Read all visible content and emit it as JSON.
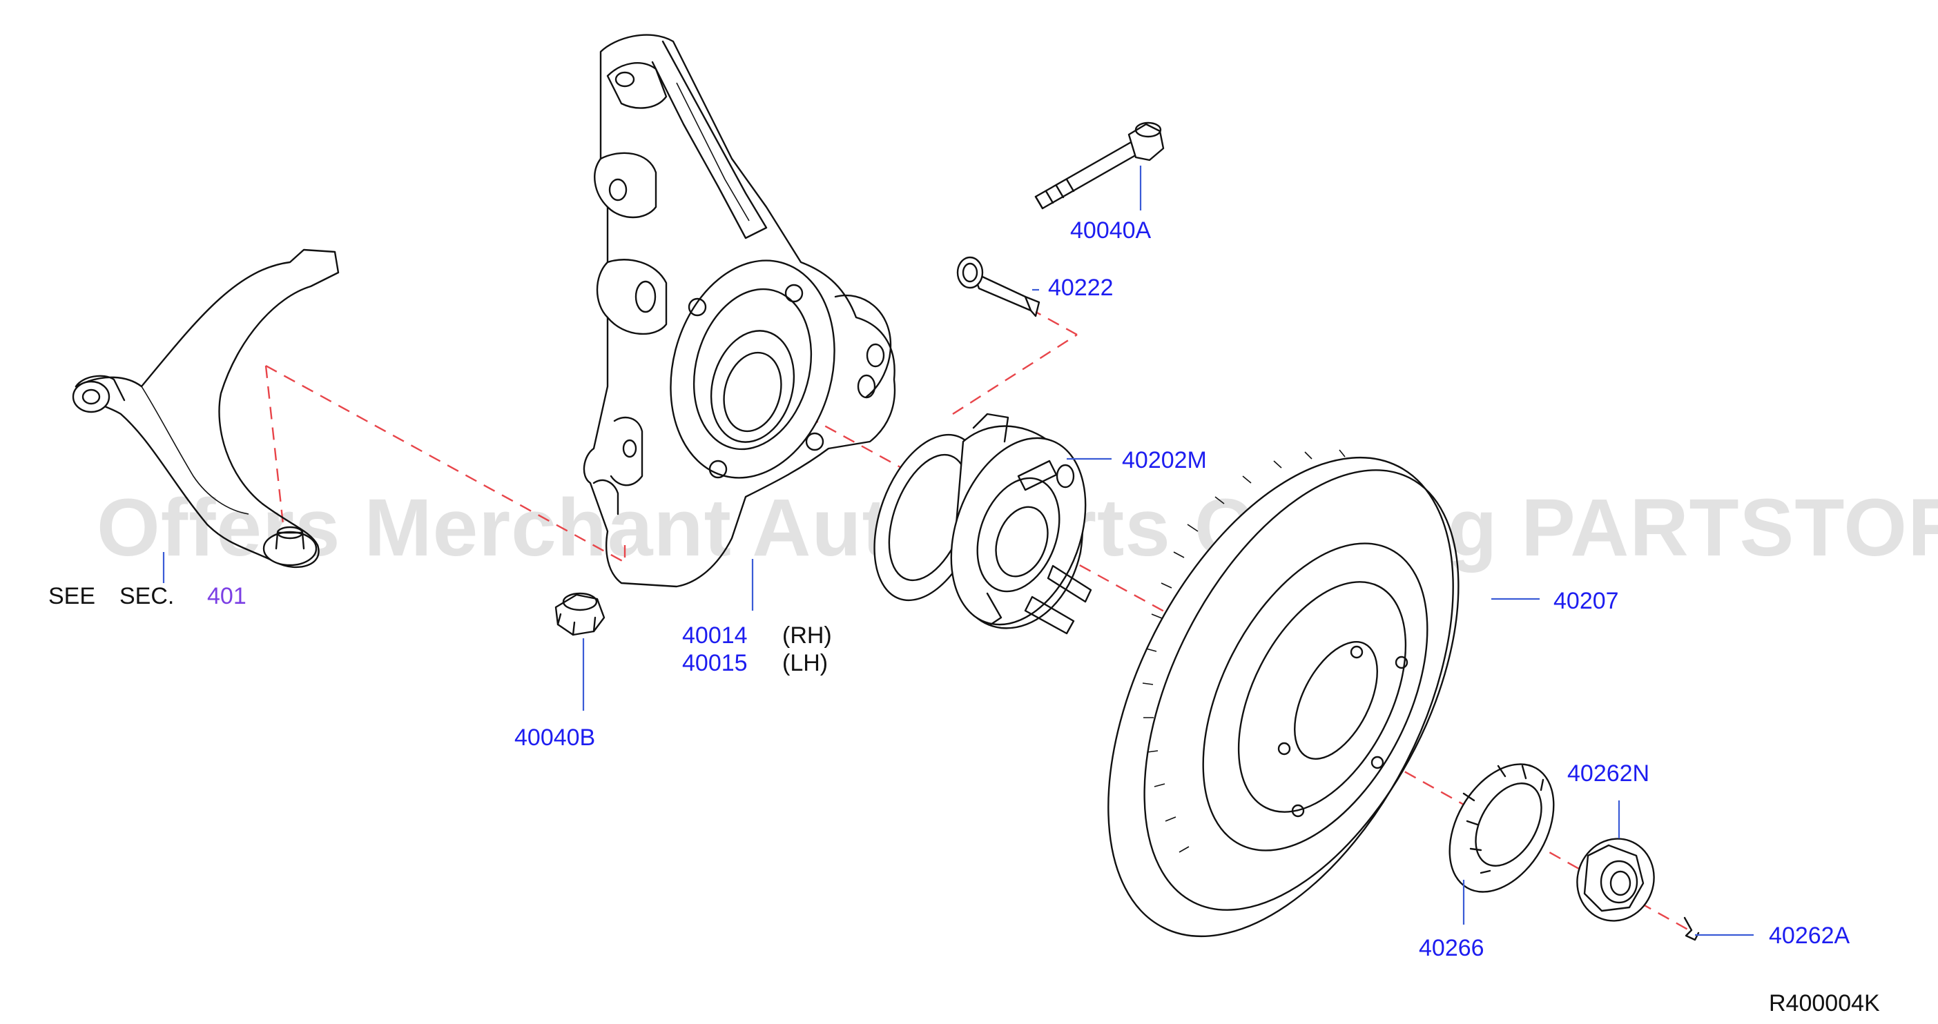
{
  "watermark": "Offers Merchant Auto Parts Catalog PARTSTORE.SA",
  "diagram_code": "R400004K",
  "see_section": {
    "see": "SEE",
    "sec": "SEC.",
    "number": "401"
  },
  "callouts": {
    "bolt": "40040A",
    "stud": "40222",
    "hub": "40202M",
    "knuckle_rh": "40014",
    "knuckle_rh_side": "(RH)",
    "knuckle_lh": "40015",
    "knuckle_lh_side": "(LH)",
    "nut_b": "40040B",
    "rotor": "40207",
    "nut_n": "40262N",
    "retainer": "40266",
    "cotter_pin": "40262A"
  },
  "colors": {
    "label": "#1d1df0",
    "reference": "#7b3fe4",
    "axis": "#e8454a",
    "leader": "#3a5bd6"
  }
}
